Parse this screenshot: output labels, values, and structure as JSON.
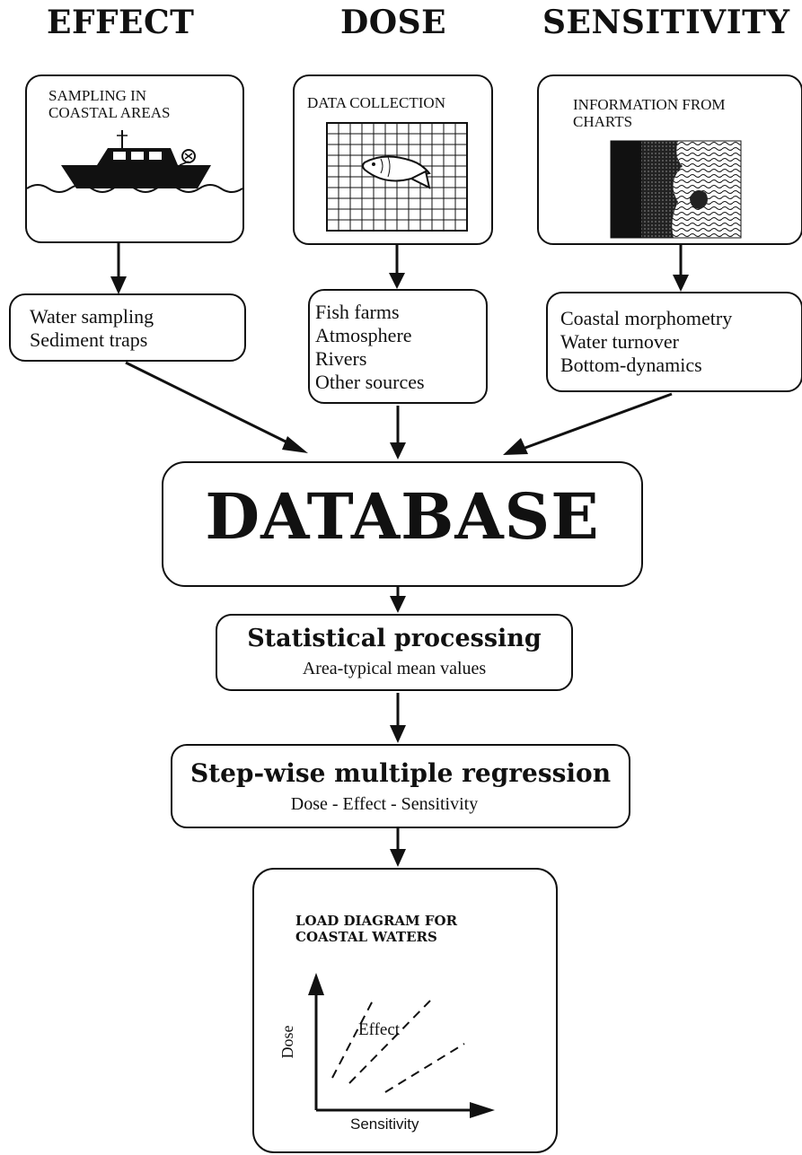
{
  "headers": {
    "effect": "EFFECT",
    "dose": "DOSE",
    "sensitivity": "SENSITIVITY"
  },
  "sources": {
    "effect": {
      "caption_line1": "SAMPLING IN",
      "caption_line2": "COASTAL AREAS",
      "icon": "boat-icon"
    },
    "dose": {
      "caption": "DATA COLLECTION",
      "icon": "fish-grid-icon"
    },
    "sensitivity": {
      "caption_line1": "INFORMATION FROM",
      "caption_line2": "CHARTS",
      "icon": "coastline-chart-icon"
    }
  },
  "lists": {
    "effect": [
      "Water sampling",
      "Sediment traps"
    ],
    "dose": [
      "Fish farms",
      "Atmosphere",
      "Rivers",
      "Other sources"
    ],
    "sensitivity": [
      "Coastal morphometry",
      "Water turnover",
      "Bottom-dynamics"
    ]
  },
  "database": {
    "label": "DATABASE"
  },
  "statistical": {
    "title": "Statistical processing",
    "subtitle": "Area-typical mean values"
  },
  "regression": {
    "title": "Step-wise multiple regression",
    "subtitle": "Dose - Effect - Sensitivity"
  },
  "load_diagram": {
    "title_line1": "LOAD DIAGRAM FOR",
    "title_line2": "COASTAL WATERS",
    "y_label": "Dose",
    "x_label": "Sensitivity",
    "line_label": "Effect"
  }
}
